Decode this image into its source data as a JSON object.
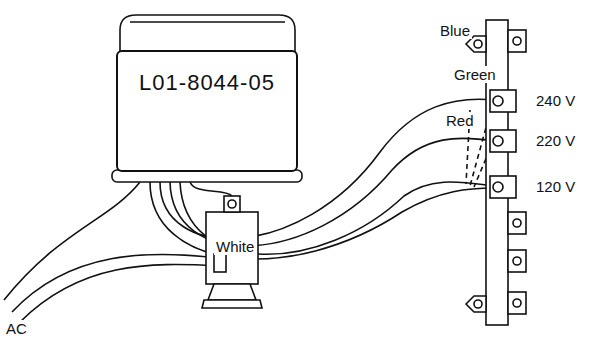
{
  "diagram": {
    "nodes": [
      {
        "text": [
          "L01-8044-05"
        ]
      }
    ],
    "labels": [
      "Blue",
      "Green",
      "Red",
      "White",
      "240 V",
      "220 V",
      "120 V",
      "AC"
    ]
  }
}
